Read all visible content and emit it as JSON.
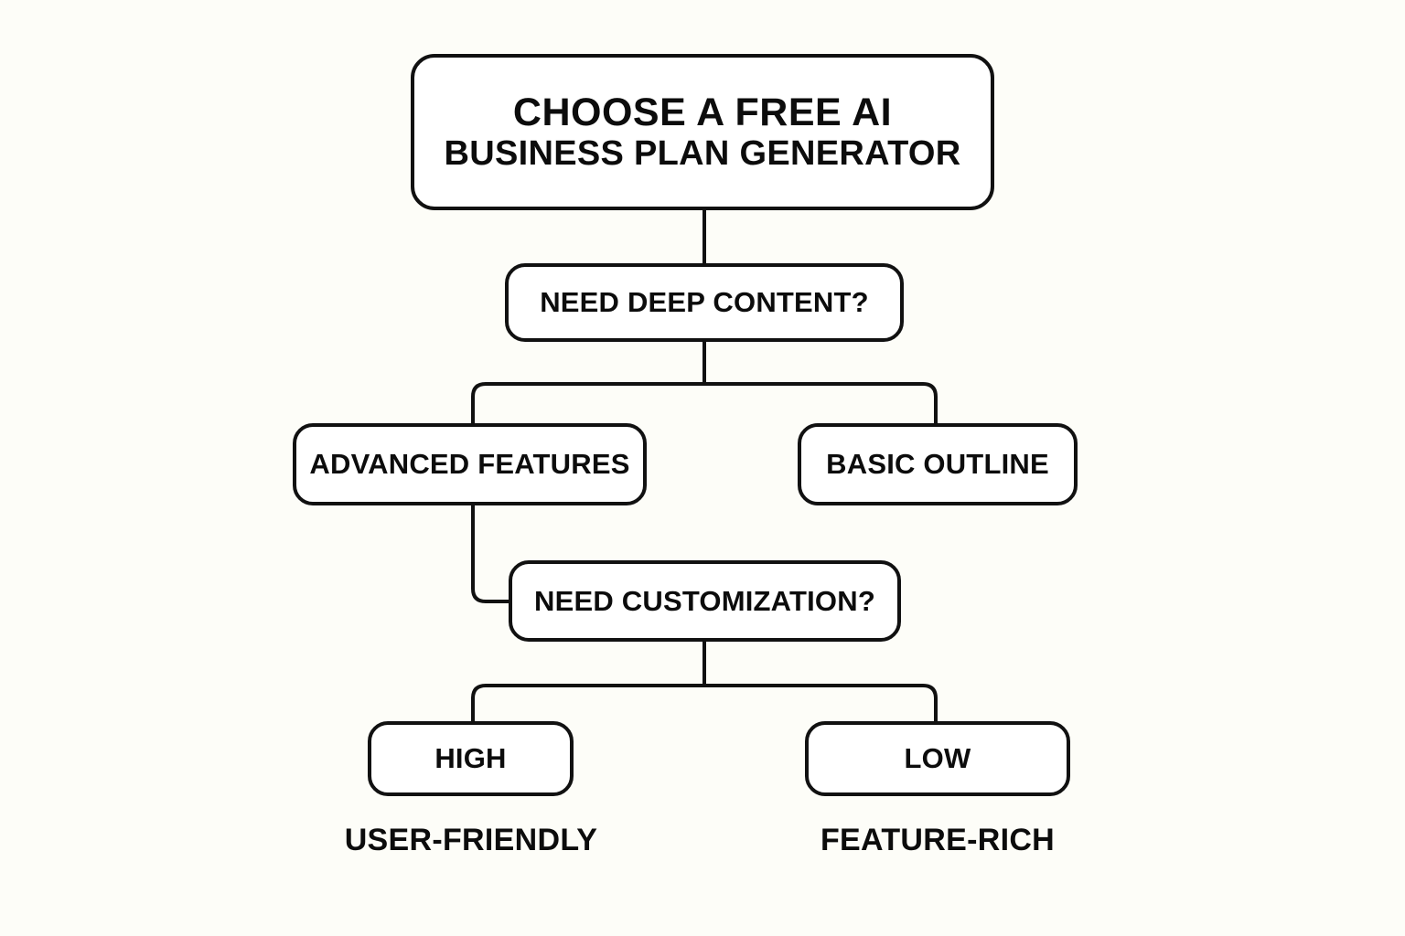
{
  "diagram": {
    "title_line_1": "CHOOSE A FREE AI",
    "title_line_2": "BUSINESS PLAN GENERATOR",
    "background_color": "#fdfdf8",
    "node_fill_color": "#ffffff",
    "stroke_color": "#111111",
    "text_color": "#0c0c0c"
  },
  "nodes": {
    "decision_content": "NEED DEEP CONTENT?",
    "branch_advanced": "ADVANCED FEATURES",
    "branch_basic": "BASIC OUTLINE",
    "decision_customization": "NEED CUSTOMIZATION?",
    "leaf_high": "HIGH",
    "leaf_low": "LOW"
  },
  "outcome_labels": {
    "user_friendly": "USER-FRIENDLY",
    "feature_rich": "FEATURE-RICH"
  }
}
